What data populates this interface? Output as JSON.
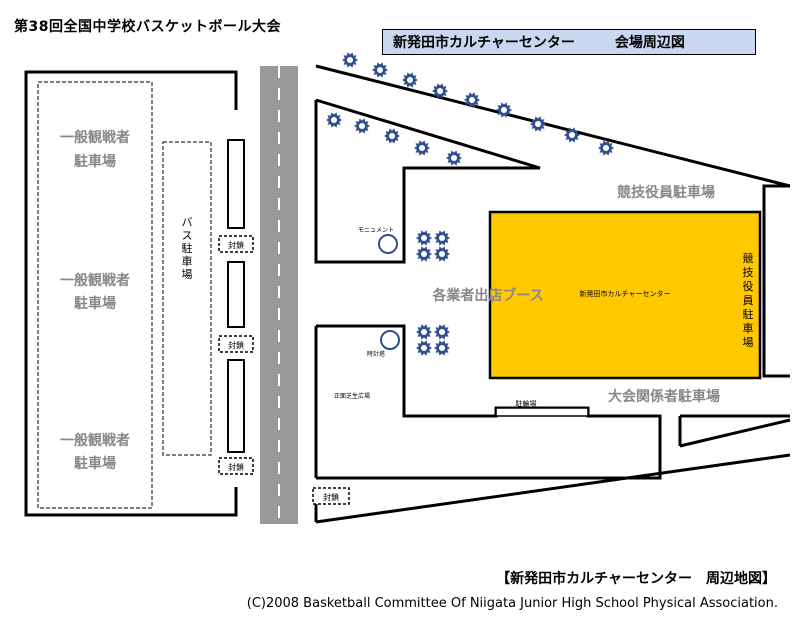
{
  "title": "第38回全国中学校バスケットボール大会",
  "header": {
    "venue": "新発田市カルチャーセンター",
    "subtitle": "会場周辺図"
  },
  "map": {
    "spectator_parking": [
      "一般観戦者",
      "駐車場"
    ],
    "bus_parking": "バス駐車場",
    "gate_label": "封鎖",
    "official_parking": "競技役員駐車場",
    "official_parking_vertical": "競技役員駐車場",
    "staff_parking": "大会関係者駐車場",
    "vendor_booth": "各業者出店ブース",
    "building_label": "新発田市カルチャーセンター",
    "monument": "モニュメント",
    "clock_tower": "時計塔",
    "front_lawn": "正面芝生広場",
    "bike_parking": "駐輪場"
  },
  "footer": {
    "caption": "【新発田市カルチャーセンター　周辺地図】",
    "copyright": "(C)2008 Basketball Committee Of Niigata Junior High School Physical Association."
  },
  "colors": {
    "building_fill": "#ffc800",
    "header_fill": "#c9d8f0",
    "road_fill": "#999999",
    "tree_color": "#2f4f8f",
    "label_gray": "#888888"
  }
}
